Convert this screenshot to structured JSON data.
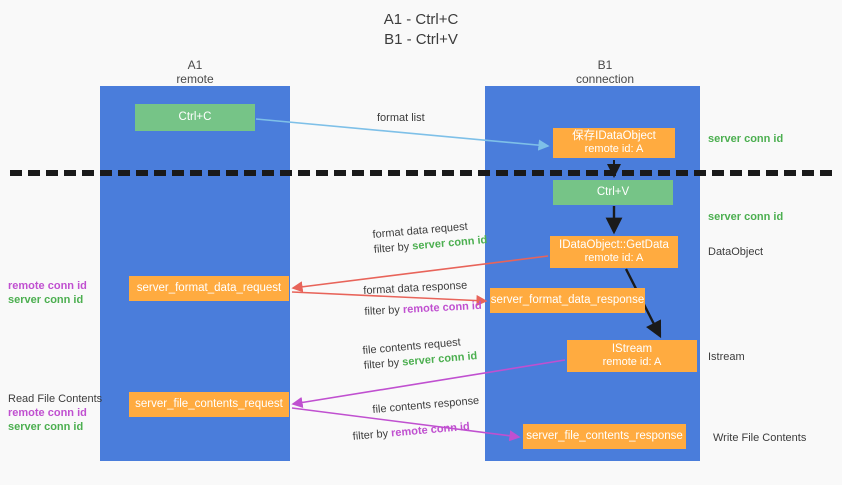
{
  "title": {
    "line1": "A1 - Ctrl+C",
    "line2": "B1 - Ctrl+V"
  },
  "colors": {
    "lane": "#4a7ddb",
    "green_node": "#76c487",
    "orange_node": "#ffab40",
    "server_conn_id": "#4caf50",
    "remote_conn_id": "#c050d0",
    "arrow_blue": "#7ec0e8",
    "arrow_red": "#e8645a",
    "arrow_purple": "#c050d0",
    "arrow_black": "#1a1a1a",
    "background": "#f9f9f9"
  },
  "lanes": [
    {
      "id": "a1",
      "title": "A1",
      "subtitle": "remote"
    },
    {
      "id": "b1",
      "title": "B1",
      "subtitle": "connection"
    }
  ],
  "nodes": {
    "ctrl_c": {
      "line1": "Ctrl+C"
    },
    "save_idataobject": {
      "line1": "保存IDataObject",
      "line2": "remote id: A"
    },
    "ctrl_v": {
      "line1": "Ctrl+V"
    },
    "idataobject_getdata": {
      "line1": "IDataObject::GetData",
      "line2": "remote id: A"
    },
    "server_format_data_response": {
      "line1": "server_format_data_response"
    },
    "istream": {
      "line1": "IStream",
      "line2": "remote id: A"
    },
    "server_file_contents_response": {
      "line1": "server_file_contents_response"
    },
    "server_format_data_request": {
      "line1": "server_format_data_request"
    },
    "server_file_contents_request": {
      "line1": "server_file_contents_request"
    }
  },
  "edge_labels": {
    "format_list": "format list",
    "format_data_request": "format data request",
    "format_data_request_filter_prefix": "filter by ",
    "format_data_request_filter_value": "server conn id",
    "format_data_response": "format data response",
    "format_data_response_filter_prefix": "filter by ",
    "format_data_response_filter_value": "remote conn id",
    "file_contents_request": "file contents request",
    "file_contents_request_filter_prefix": "filter by ",
    "file_contents_request_filter_value": "server conn id",
    "file_contents_response": "file contents response",
    "file_contents_response_filter_prefix": "filter by ",
    "file_contents_response_filter_value": "remote conn id"
  },
  "annotations": {
    "right": [
      {
        "id": "server-conn-id-1",
        "text": "server conn id",
        "style": "server"
      },
      {
        "id": "server-conn-id-2",
        "text": "server conn id",
        "style": "server"
      },
      {
        "id": "dataobject",
        "text": "DataObject",
        "style": "plain"
      },
      {
        "id": "istream",
        "text": "Istream",
        "style": "plain"
      },
      {
        "id": "write-file-contents",
        "text": "Write File Contents",
        "style": "plain"
      }
    ],
    "left": [
      {
        "id": "remote-conn-id-1",
        "text": "remote conn id",
        "style": "remote"
      },
      {
        "id": "server-conn-id-3",
        "text": "server conn id",
        "style": "server"
      },
      {
        "id": "read-file-contents",
        "text": "Read File Contents",
        "style": "plain"
      },
      {
        "id": "remote-conn-id-2",
        "text": "remote conn id",
        "style": "remote"
      },
      {
        "id": "server-conn-id-4",
        "text": "server conn id",
        "style": "server"
      }
    ]
  }
}
